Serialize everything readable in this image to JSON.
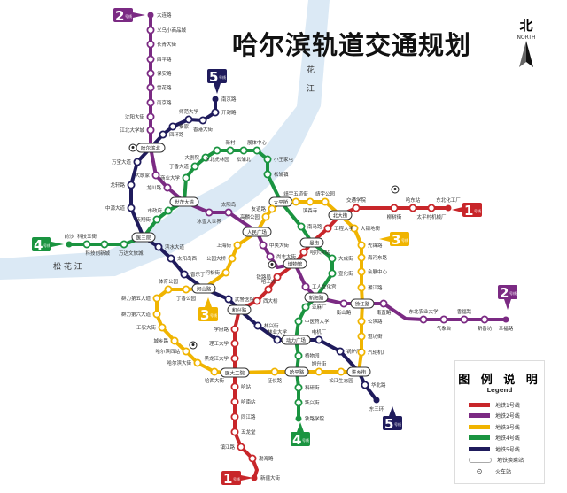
{
  "title": "哈尔滨轨道交通规划",
  "compass": {
    "zh": "北",
    "en": "NORTH",
    "icon": "north-arrow-icon"
  },
  "river": {
    "name_west": "松 花 江",
    "name_north_1": "花",
    "name_north_2": "江",
    "color": "#dbe9f5"
  },
  "badge_suffix": "号线",
  "lines": [
    {
      "id": "1",
      "color": "#c8262a",
      "label": "地铁1号线",
      "stations": [
        "东北化工厂",
        "太平村机械厂",
        "哈东站",
        "柳树街",
        "交通学院",
        "北大街",
        "工程大学",
        "一曼街",
        "哈尔滨站",
        "博物馆",
        "铁路局",
        "哈工大",
        "西大桥",
        "和兴路",
        "学府路",
        "理工大学",
        "黑龙江大学",
        "医大二院",
        "哈站",
        "哈南站",
        "同江路",
        "五龙堂",
        "镇江路",
        "渤海路",
        "新疆大街"
      ]
    },
    {
      "id": "2",
      "color": "#7b2a83",
      "label": "地铁2号线",
      "stations": [
        "大连路",
        "义乌小商品城",
        "长青大街",
        "四平路",
        "保安路",
        "雪花路",
        "南京路",
        "沈阳大街",
        "江北大学城",
        "哈尔滨北",
        "大耿家",
        "龙川路",
        "世茂大道",
        "冰雪大世界",
        "太阳岛",
        "人民广场",
        "中央大街",
        "尚志大街",
        "哈尔滨站",
        "博物馆",
        "工人文化宫",
        "新阳路",
        "衡山路",
        "徐江路",
        "南直路",
        "东北农业大学",
        "气象台",
        "香福路",
        "新香坊",
        "幸福路"
      ]
    },
    {
      "id": "3",
      "color": "#f0b400",
      "label": "地铁3号线",
      "stations": [
        "太平桥",
        "靖宇五道街",
        "滨森寺",
        "靖宇公园",
        "北大街",
        "大钢地街",
        "先锋路",
        "海河东路",
        "会展中心",
        "湘江路",
        "徐江路",
        "公滨路",
        "道坊街",
        "汽轮机厂",
        "进乡街",
        "松江生态园",
        "旭升街",
        "哈平路",
        "征仪路",
        "医大二院",
        "哈西大街",
        "哈尔滨大街",
        "哈尔滨西站",
        "城乡路",
        "工农大街",
        "群力第六大道",
        "群力第五大道",
        "体育公园",
        "丁香公园",
        "河山路",
        "河松街",
        "公园大桥",
        "上海街",
        "人民广场",
        "高麟公园",
        "友谊路",
        "太平桥"
      ]
    },
    {
      "id": "4",
      "color": "#1a9440",
      "label": "地铁4号线",
      "stations": [
        "前沙",
        "科技五街",
        "科技创新城",
        "万达文旅城",
        "医三院",
        "天翔街",
        "市政府",
        "世茂大道",
        "商业大学",
        "丁香大道",
        "大剧院",
        "东北虎林园",
        "新村",
        "松浦北",
        "展体中心",
        "小王家屯",
        "松浦镇",
        "太平桥",
        "南马路",
        "一曼街",
        "大成街",
        "宣化街",
        "新阳路",
        "亚麻厂",
        "中医药大学",
        "动力广场",
        "植物园",
        "哈平路",
        "科研街",
        "跃兴街",
        "铁路学院"
      ]
    },
    {
      "id": "5",
      "color": "#1f1b5c",
      "label": "地铁5号线",
      "stations": [
        "南京路",
        "开封路",
        "香港大街",
        "师范大学",
        "秦家",
        "四环路",
        "哈尔滨北",
        "万宝大道",
        "龙轩路",
        "中源大道",
        "医三院",
        "滨水大道",
        "太阳岛西",
        "音乐丁",
        "河山路",
        "武警医院",
        "和兴路",
        "林兴街",
        "林业大学",
        "动力广场",
        "电机厂",
        "锅炉厂",
        "进乡街",
        "华北路",
        "东三环"
      ]
    }
  ],
  "legend": {
    "title": "图 例 说 明",
    "subtitle": "Legend",
    "transfer_label": "地铁换乘站",
    "railway_label": "火车站",
    "railway_icon": "train-station-icon"
  }
}
